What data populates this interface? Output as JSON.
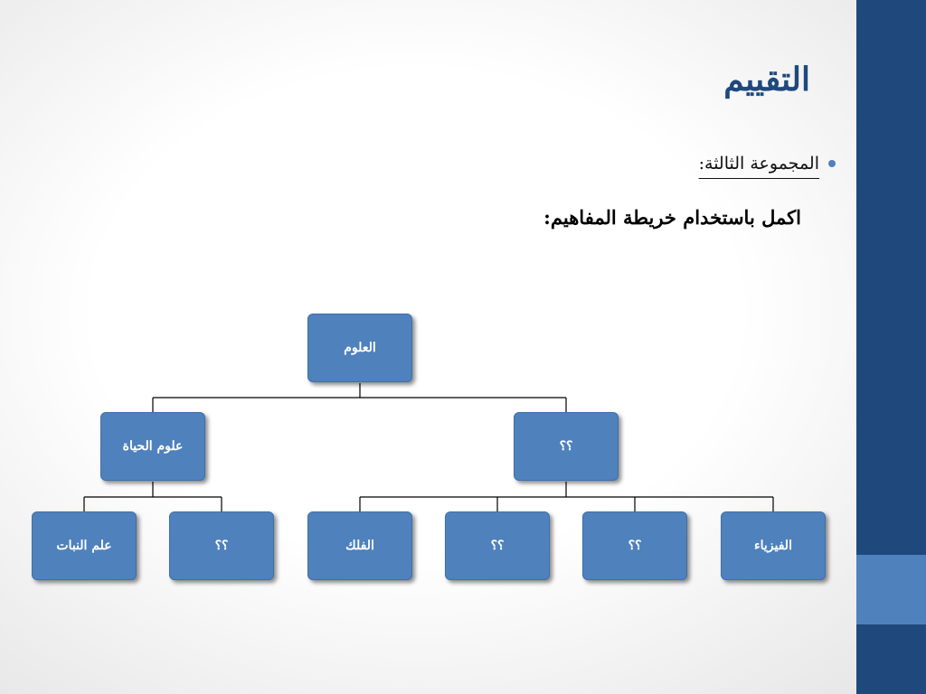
{
  "slide": {
    "title": "التقييم",
    "bullet": "المجموعة الثالثة:",
    "instruction": "اكمل باستخدام خريطة المفاهيم:"
  },
  "theme": {
    "sidebar_color": "#1f497d",
    "accent_color": "#4f81bd",
    "node_color": "#4f81bd",
    "title_color": "#1f497d"
  },
  "concept_map": {
    "root": "العلوم",
    "level2": [
      "علوم الحياة",
      "؟؟"
    ],
    "level3": [
      "علم النبات",
      "؟؟",
      "الفلك",
      "؟؟",
      "؟؟",
      "الفيزياء"
    ]
  }
}
